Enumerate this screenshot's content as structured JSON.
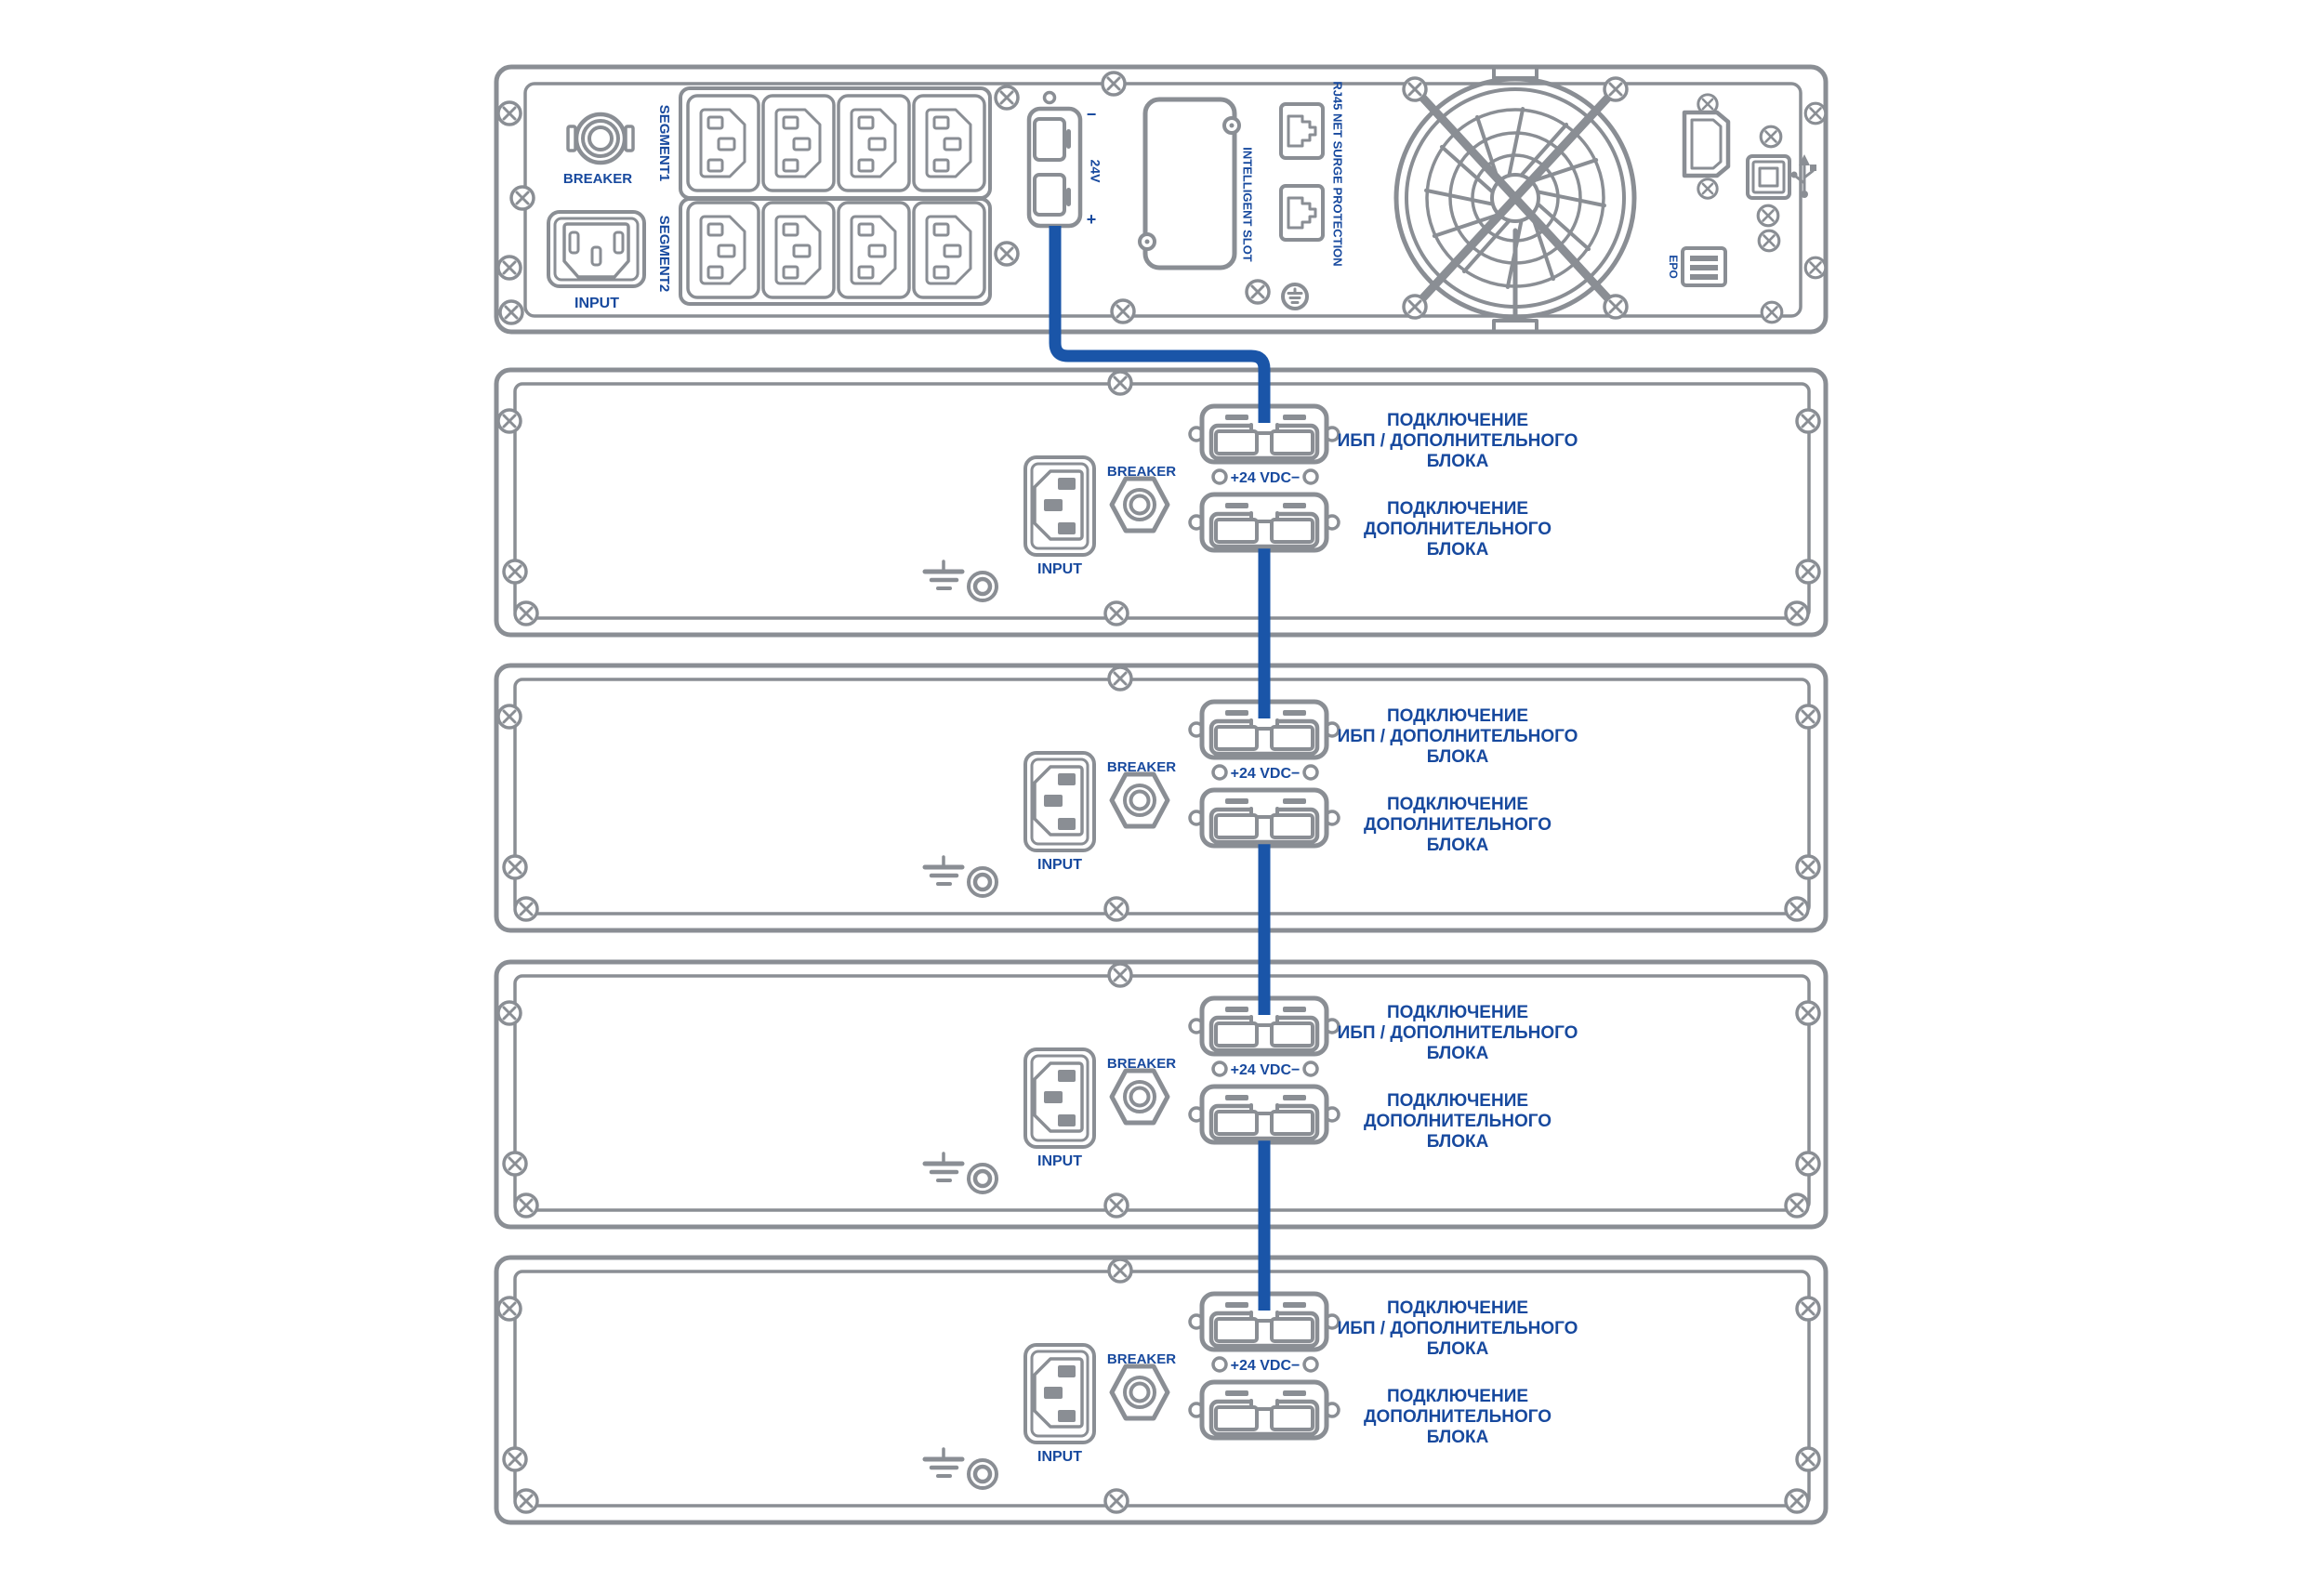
{
  "colors": {
    "line_gray": "#8a8e94",
    "label_blue": "#17499e",
    "cable_blue": "#1a55a8",
    "background": "#ffffff"
  },
  "ups_panel": {
    "breaker_label": "BREAKER",
    "input_label": "INPUT",
    "segment1_label": "SEGMENT1",
    "segment2_label": "SEGMENT2",
    "dc_output": {
      "minus": "−",
      "label": "24V",
      "plus": "+"
    },
    "intelligent_slot_label": "INTELLIGENT SLOT",
    "rj45_label": "RJ45 NET SURGE PROTECTION",
    "epo_label": "EPO"
  },
  "battery_packs": [
    {
      "breaker_label": "BREAKER",
      "input_label": "INPUT",
      "dc_label": "+24 VDC−",
      "connect_ups_lines": [
        "ПОДКЛЮЧЕНИЕ",
        "ИБП / ДОПОЛНИТЕЛЬНОГО",
        "БЛОКА"
      ],
      "connect_extra_lines": [
        "ПОДКЛЮЧЕНИЕ",
        "ДОПОЛНИТЕЛЬНОГО",
        "БЛОКА"
      ]
    },
    {
      "breaker_label": "BREAKER",
      "input_label": "INPUT",
      "dc_label": "+24 VDC−",
      "connect_ups_lines": [
        "ПОДКЛЮЧЕНИЕ",
        "ИБП / ДОПОЛНИТЕЛЬНОГО",
        "БЛОКА"
      ],
      "connect_extra_lines": [
        "ПОДКЛЮЧЕНИЕ",
        "ДОПОЛНИТЕЛЬНОГО",
        "БЛОКА"
      ]
    },
    {
      "breaker_label": "BREAKER",
      "input_label": "INPUT",
      "dc_label": "+24 VDC−",
      "connect_ups_lines": [
        "ПОДКЛЮЧЕНИЕ",
        "ИБП / ДОПОЛНИТЕЛЬНОГО",
        "БЛОКА"
      ],
      "connect_extra_lines": [
        "ПОДКЛЮЧЕНИЕ",
        "ДОПОЛНИТЕЛЬНОГО",
        "БЛОКА"
      ]
    },
    {
      "breaker_label": "BREAKER",
      "input_label": "INPUT",
      "dc_label": "+24 VDC−",
      "connect_ups_lines": [
        "ПОДКЛЮЧЕНИЕ",
        "ИБП / ДОПОЛНИТЕЛЬНОГО",
        "БЛОКА"
      ],
      "connect_extra_lines": [
        "ПОДКЛЮЧЕНИЕ",
        "ДОПОЛНИТЕЛЬНОГО",
        "БЛОКА"
      ]
    }
  ]
}
